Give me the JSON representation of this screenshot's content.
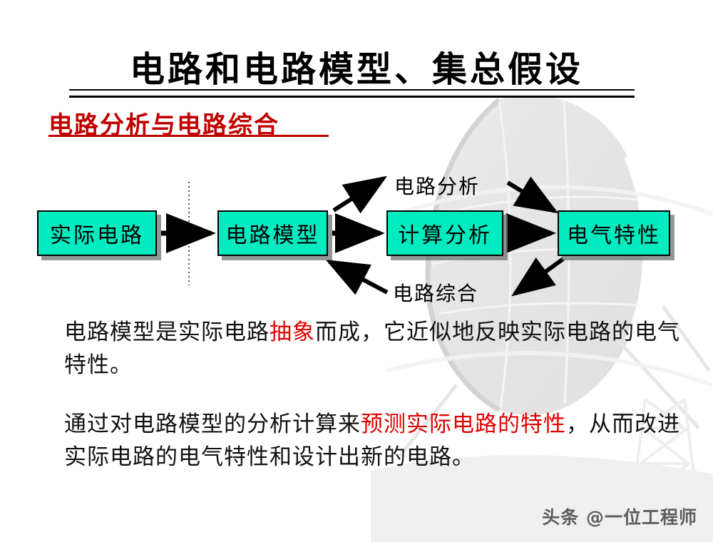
{
  "slide": {
    "title": "电路和电路模型、集总假设",
    "subtitle": "电路分析与电路综合",
    "accent_red": "#C00000",
    "highlight_red": "#E00000",
    "node_fill": "#00EBC0",
    "node_border": "#000000"
  },
  "diagram": {
    "type": "flow",
    "nodes": [
      {
        "id": "real-circuit",
        "label": "实际电路"
      },
      {
        "id": "circuit-model",
        "label": "电路模型"
      },
      {
        "id": "calc-analysis",
        "label": "计算分析"
      },
      {
        "id": "electrical-char",
        "label": "电气特性"
      }
    ],
    "edge_labels": {
      "analysis": "电路分析",
      "synthesis": "电路综合"
    }
  },
  "body": {
    "paragraph1": {
      "part1": "电路模型是实际电路",
      "highlight": "抽象",
      "part2": "而成，它近似地反映实际电路的电气特性。"
    },
    "paragraph2": {
      "part1": "通过对电路模型的分析计算来",
      "highlight": "预测实际电路的特性",
      "part2": "，从而改进实际电路的电气特性和设计出新的电路。"
    }
  },
  "watermark": {
    "text": "头条 @一位工程师"
  }
}
